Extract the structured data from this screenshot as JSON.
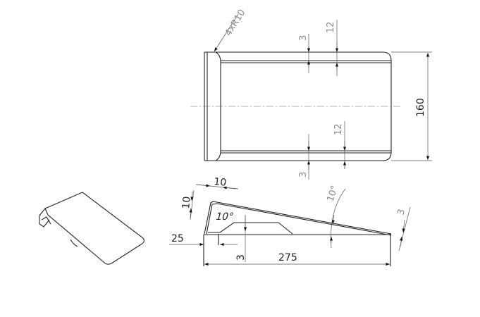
{
  "top_view": {
    "radius_label": "4xR10",
    "dim_top_3": "3",
    "dim_top_12": "12",
    "dim_height": "160",
    "dim_bottom_12": "12",
    "dim_bottom_3": "3"
  },
  "side_view": {
    "dim_lip_width": "10",
    "dim_lip_height": "10",
    "angle_label": "10°",
    "inner_angle_label": "10°",
    "dim_offset": "25",
    "dim_base_3": "3",
    "dim_length": "275",
    "dim_thickness": "3"
  }
}
